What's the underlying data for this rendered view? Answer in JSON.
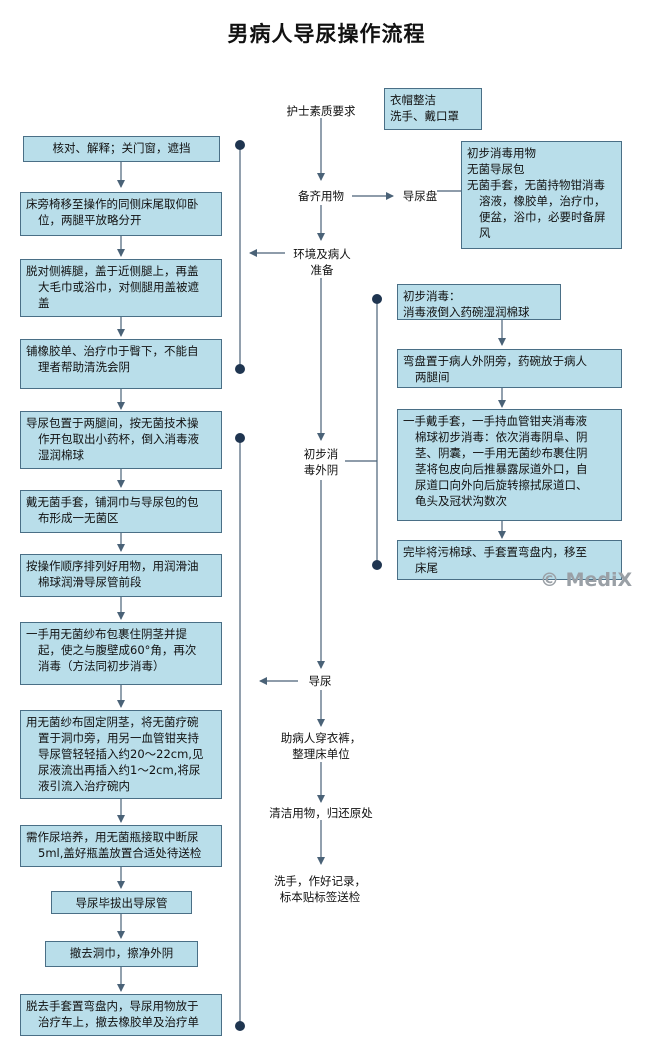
{
  "title": "男病人导尿操作流程",
  "colors": {
    "box_fill": "#b9deea",
    "box_border": "#4a6f86",
    "line": "#4a6277"
  },
  "center": {
    "nurse": "护士素质要求",
    "prepare": "备齐用物",
    "env": [
      "环境及病人",
      "准备"
    ],
    "disinfect": [
      "初步消",
      "毒外阴"
    ],
    "catheter": "导尿",
    "dress": [
      "助病人穿衣裤，",
      "整理床单位"
    ],
    "clean": "清洁用物，归还原处",
    "record": [
      "洗手，作好记录，",
      "标本贴标签送检"
    ],
    "tray": "导尿盘"
  },
  "right_boxes": {
    "nurse_req": [
      "衣帽整洁",
      "洗手、戴口罩"
    ],
    "tray_items": [
      "初步消毒用物",
      "无菌导尿包",
      "无菌手套，无菌持物钳消毒",
      "  溶液，橡胶单，治疗巾，",
      "  便盆，浴巾，必要时备屏",
      "  风"
    ],
    "init_disinfect": [
      "初步消毒：",
      "消毒液倒入药碗湿润棉球"
    ],
    "tray_place": [
      "弯盘置于病人外阴旁，药碗放于病人",
      "  两腿间"
    ],
    "glove_steps": [
      "一手戴手套，一手持血管钳夹消毒液",
      "  棉球初步消毒：依次消毒阴阜、阴",
      "  茎、阴囊，一手用无菌纱布裹住阴",
      "  茎将包皮向后推暴露尿道外口，自",
      "  尿道口向外向后旋转擦拭尿道口、",
      "  龟头及冠状沟数次"
    ],
    "finish": [
      "完毕将污棉球、手套置弯盘内，移至",
      "  床尾"
    ]
  },
  "left_boxes": [
    [
      "核对、解释；关门窗，遮挡"
    ],
    [
      "床旁椅移至操作的同侧床尾取仰卧",
      "  位，两腿平放略分开"
    ],
    [
      "脱对侧裤腿，盖于近侧腿上，再盖",
      "  大毛巾或浴巾，对侧腿用盖被遮",
      "  盖"
    ],
    [
      "铺橡胶单、治疗巾于臀下，不能自",
      "  理者帮助清洗会阴"
    ],
    [
      "导尿包置于两腿间，按无菌技术操",
      "  作开包取出小药杯，倒入消毒液",
      "  湿润棉球"
    ],
    [
      "戴无菌手套，铺洞巾与导尿包的包",
      "  布形成一无菌区"
    ],
    [
      "按操作顺序排列好用物，用润滑油",
      "  棉球润滑导尿管前段"
    ],
    [
      "一手用无菌纱布包裹住阴茎并提",
      "  起，使之与腹壁成60°角，再次",
      "  消毒（方法同初步消毒）"
    ],
    [
      "用无菌纱布固定阴茎，将无菌疗碗",
      "  置于洞巾旁，用另一血管钳夹持",
      "  导尿管轻轻插入约20～22cm,见",
      "  尿液流出再插入约1～2cm,将尿",
      "  液引流入治疗碗内"
    ],
    [
      "需作尿培养，用无菌瓶接取中断尿",
      "  5ml,盖好瓶盖放置合适处待送检"
    ],
    [
      "导尿毕拔出导尿管"
    ],
    [
      "撤去洞巾，擦净外阴"
    ],
    [
      "脱去手套置弯盘内，导尿用物放于",
      "  治疗车上，撤去橡胶单及治疗单"
    ]
  ],
  "watermark": "© MediX"
}
